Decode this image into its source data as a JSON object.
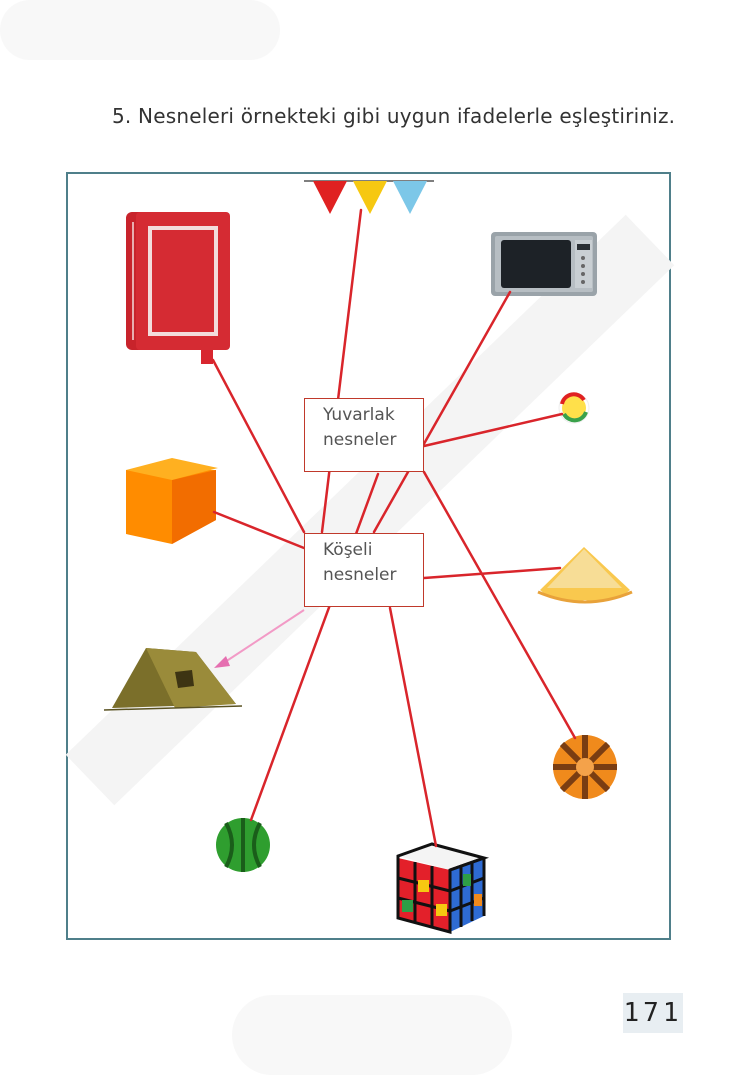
{
  "instruction": {
    "number": "5.",
    "text": "Nesneleri örnekteki gibi uygun ifadelerle eşleştiriniz."
  },
  "labels": {
    "round": {
      "line1": "Yuvarlak",
      "line2": "nesneler"
    },
    "angular": {
      "line1": "Köşeli",
      "line2": "nesneler"
    }
  },
  "objects": [
    {
      "name": "book",
      "icon": "book-icon"
    },
    {
      "name": "bunting",
      "icon": "bunting-flags-icon"
    },
    {
      "name": "microwave",
      "icon": "microwave-icon"
    },
    {
      "name": "ball",
      "icon": "small-ball-icon"
    },
    {
      "name": "box",
      "icon": "box-icon"
    },
    {
      "name": "cheese-cake",
      "icon": "cake-slice-icon"
    },
    {
      "name": "tent",
      "icon": "tent-icon"
    },
    {
      "name": "beach-ball",
      "icon": "beach-ball-icon"
    },
    {
      "name": "watermelon",
      "icon": "watermelon-icon"
    },
    {
      "name": "rubiks-cube",
      "icon": "rubiks-cube-icon"
    }
  ],
  "colors": {
    "frame": "#4f7f8a",
    "line": "#d9252b",
    "label_border": "#c0392b"
  },
  "page_number": "171"
}
